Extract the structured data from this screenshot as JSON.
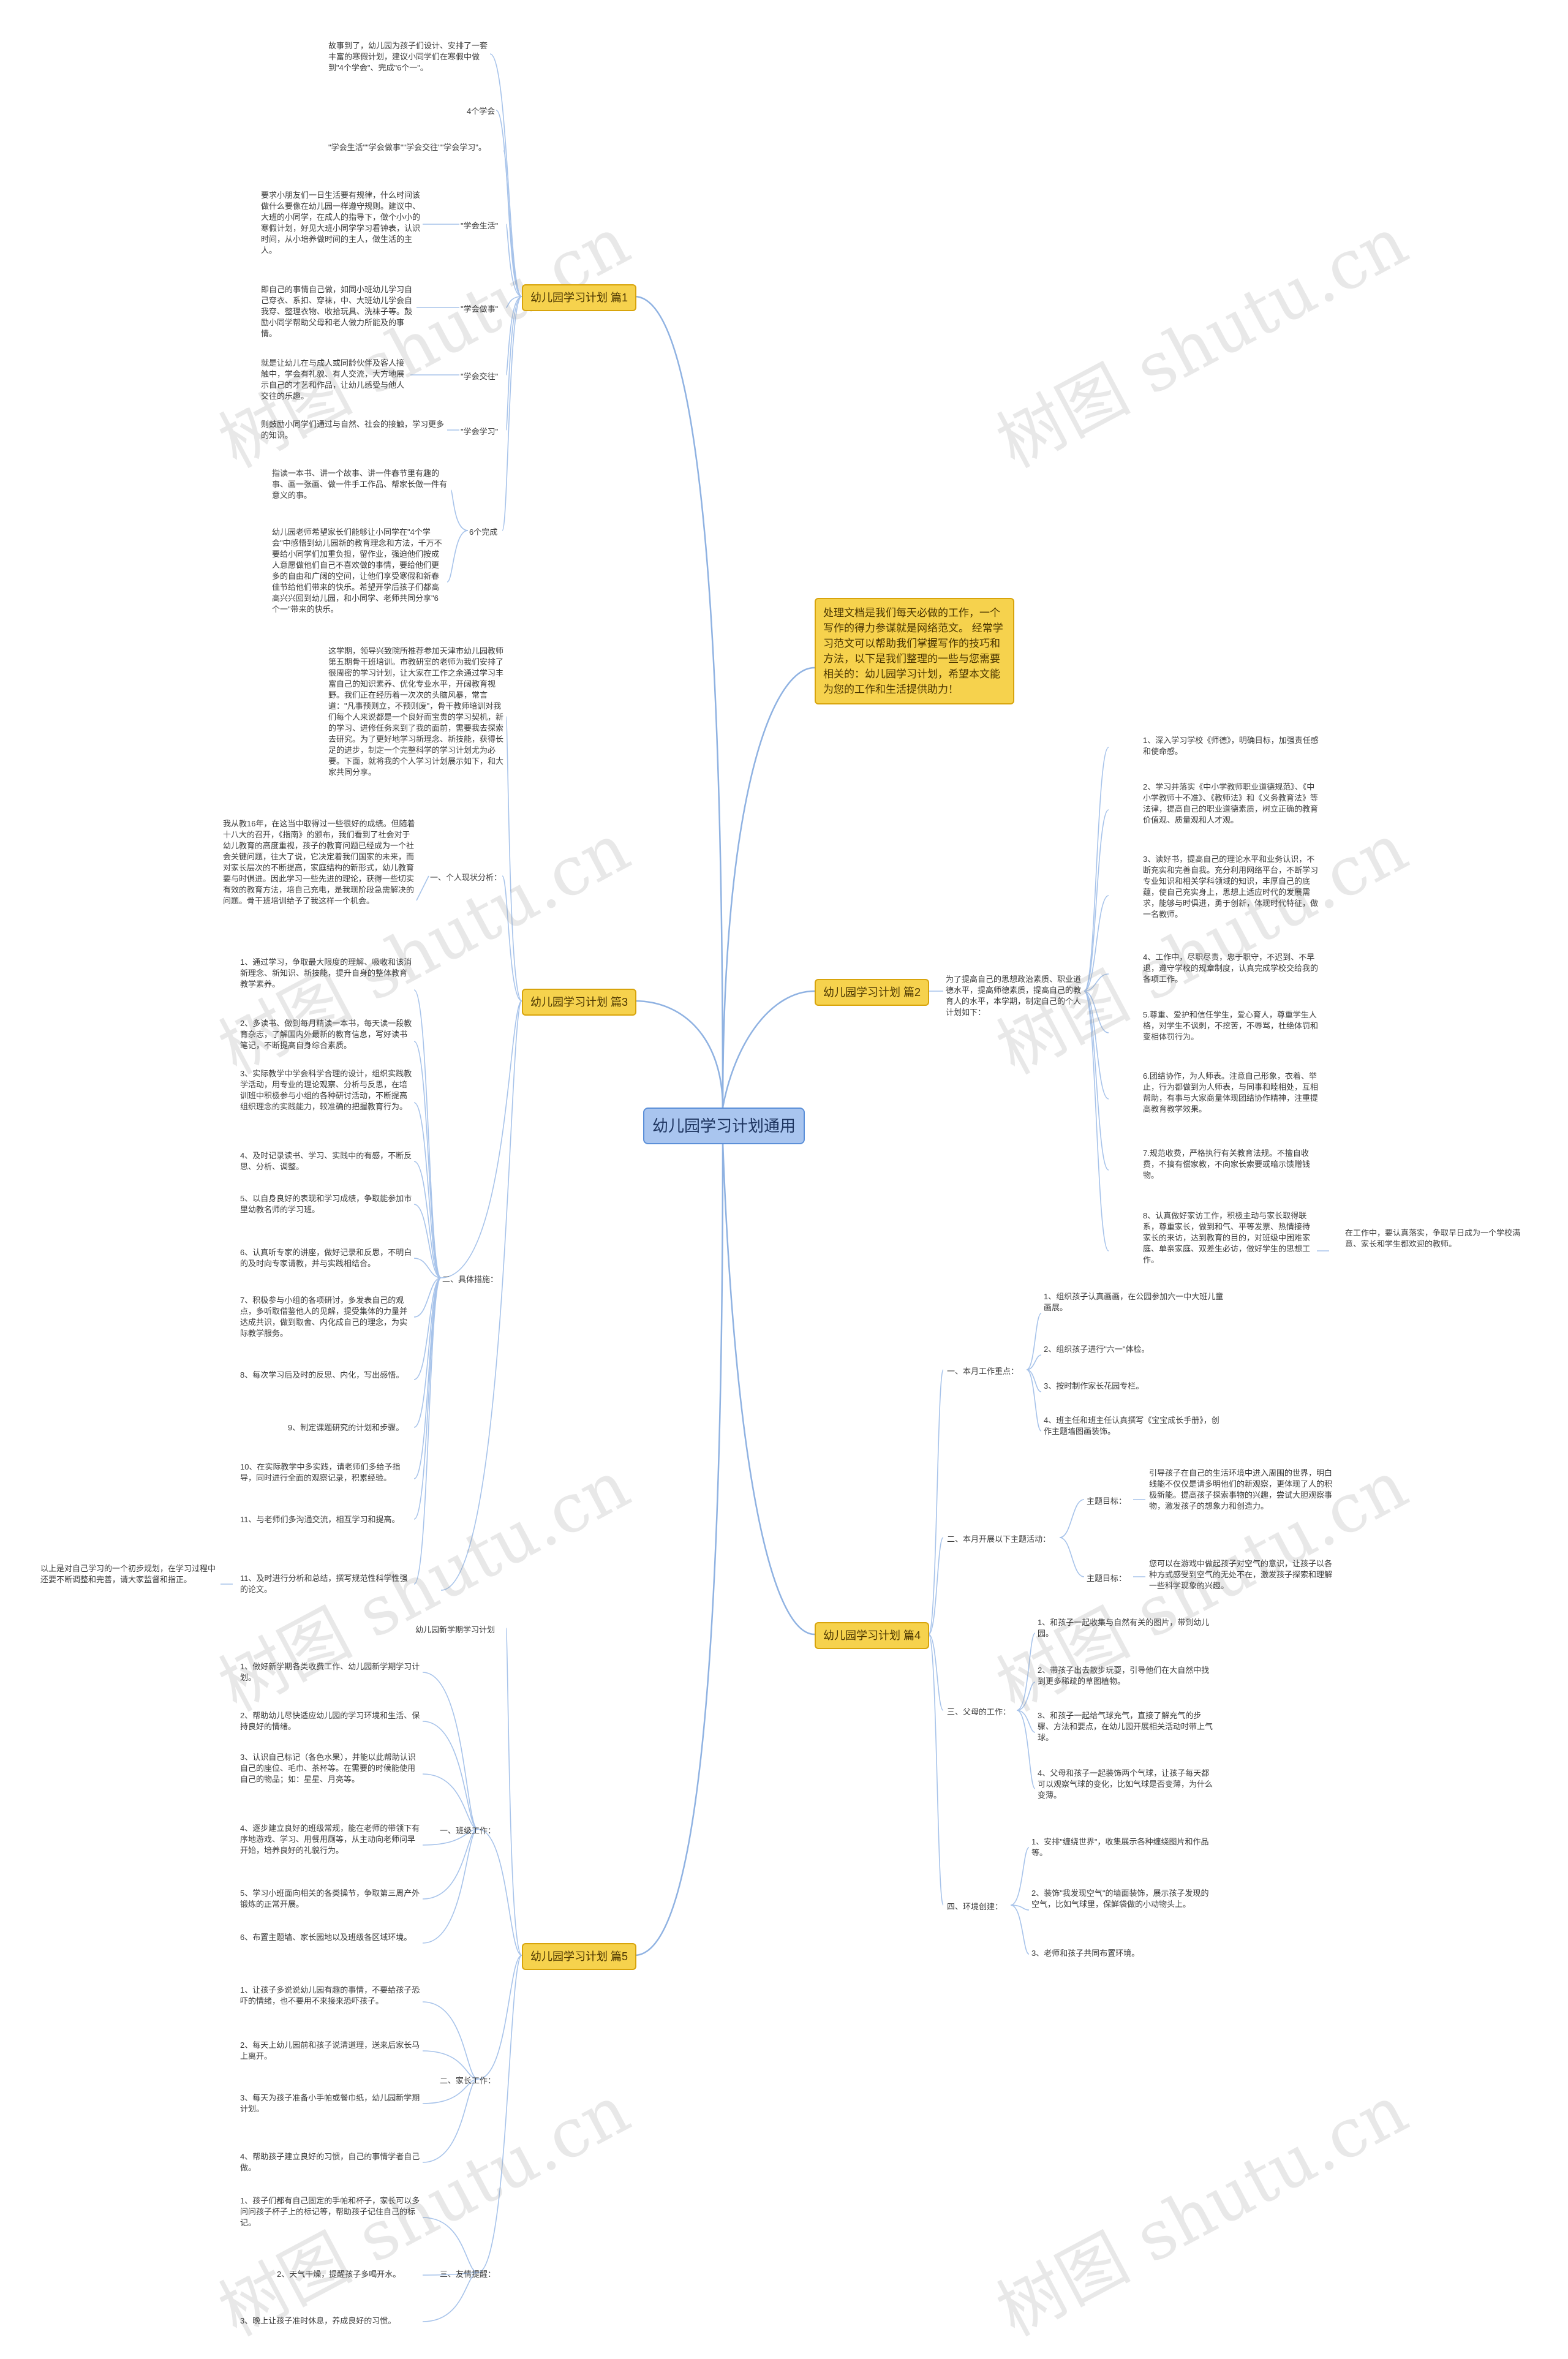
{
  "root": "幼儿园学习计划通用",
  "intro": "处理文档是我们每天必做的工作，一个写作的得力参谋就是网络范文。 经常学习范文可以帮助我们掌握写作的技巧和方法，以下是我们整理的一些与您需要相关的：幼儿园学习计划，希望本文能为您的工作和生活提供助力！",
  "watermark": "树图 shutu.cn",
  "b1": {
    "title": "幼儿园学习计划 篇1",
    "intro": "故事到了，幼儿园为孩子们设计、安排了一套丰富的寒假计划，建议小同学们在寒假中做到\"4个学会\"、完成\"6个一\"。",
    "l_4": "4个学会",
    "l_4_text": "\"学会生活\"\"学会做事\"\"学会交往\"\"学会学习\"。",
    "l_live": "\"学会生活\"",
    "live_text": "要求小朋友们一日生活要有规律，什么时间该做什么要像在幼儿园一样遵守规则。建议中、大班的小同学，在成人的指导下，做个小小的寒假计划，好见大班小同学学习看钟表，认识时间，从小培养做时间的主人，做生活的主人。",
    "l_do": "\"学会做事\"",
    "do_text": "即自己的事情自己做，如同小班幼儿学习自己穿衣、系扣、穿袜，中、大班幼儿学会自我穿、整理衣物、收拾玩具、洗袜子等。鼓励小同学帮助父母和老人做力所能及的事情。",
    "l_social": "\"学会交往\"",
    "social_text": "就是让幼儿在与成人或同龄伙伴及客人接触中，学会有礼貌、有人交流，大方地展示自己的才艺和作品，让幼儿感受与他人交往的乐趣。",
    "l_study": "\"学会学习\"",
    "study_text": "则鼓励小同学们通过与自然、社会的接触，学习更多的知识。",
    "l_6": "6个完成",
    "six_a": "指读一本书、讲一个故事、讲一件春节里有趣的事、画一张画、做一件手工作品、帮家长做一件有意义的事。",
    "six_b": "幼儿园老师希望家长们能够让小同学在\"4个学会\"中感悟到幼儿园新的教育理念和方法，千万不要给小同学们加重负担，留作业，强迫他们按成人意愿做他们自己不喜欢做的事情，要给他们更多的自由和广阔的空间，让他们享受寒假和新春佳节给他们带来的快乐。希望开学后孩子们都高高兴兴回到幼儿园，和小同学、老师共同分享\"6个一\"带来的快乐。"
  },
  "b3": {
    "title": "幼儿园学习计划 篇3",
    "intro": "这学期，领导兴致院所推荐参加天津市幼儿园教师第五期骨干班培训。市教研室的老师为我们安排了很周密的学习计划，让大家在工作之余通过学习丰富自己的知识素养、优化专业水平，开阔教育视野。我们正在经历着一次次的头脑风暴，常言道：\"凡事预则立，不预则废\"，骨干教师培训对我们每个人来说都是一个良好而宝贵的学习契机，新的学习、进修任务来到了我的面前，需要我去探索去研究。为了更好地学习新理念、新技能，获得长足的进步，制定一个完整科学的学习计划尤为必要。下面，就将我的个人学习计划展示如下，和大家共同分享。",
    "l_1": "一、个人现状分析：",
    "s1": "我从教16年，在这当中取得过一些很好的成绩。但随着十八大的召开，《指南》的颁布，我们看到了社会对于幼儿教育的高度重视，孩子的教育问题已经成为一个社会关键问题，往大了说，它决定着我们国家的未来，而对家长层次的不断提高，家庭结构的新形式，幼儿教育要与时俱进。因此学习一些先进的理论，获得一些切实有效的教育方法，培自己充电，是我现阶段急需解决的问题。骨干班培训给予了我这样一个机会。",
    "l_2": "二、具体措施：",
    "m1": "1、通过学习，争取最大限度的理解、吸收和该消新理念、新知识、新技能，提升自身的整体教育教学素养。",
    "m2": "2、多读书、做到每月精读一本书，每天读一段教育杂志，了解国内外最新的教育信息，写好读书笔记，不断提高自身综合素质。",
    "m3": "3、实际教学中学会科学合理的设计，组织实践教学活动，用专业的理论观察、分析与反思，在培训班中积极参与小组的各种研讨活动，不断提高组织理念的实践能力，较准确的把握教育行为。",
    "m4": "4、及时记录读书、学习、实践中的有感，不断反思、分析、调整。",
    "m5": "5、以自身良好的表现和学习成绩，争取能参加市里幼教名师的学习班。",
    "m6": "6、认真听专家的讲座，做好记录和反思，不明白的及时向专家请教，并与实践相结合。",
    "m7": "7、积极参与小组的各项研讨，多发表自己的观点，多听取借鉴他人的见解，提受集体的力量并达成共识，做到取舍、内化成自己的理念，为实际教学服务。",
    "m8": "8、每次学习后及时的反思、内化，写出感悟。",
    "m9": "9、制定课题研究的计划和步骤。",
    "m10": "10、在实际教学中多实践，请老师们多给予指导，同时进行全面的观察记录，积累经验。",
    "m11": "11、与老师们多沟通交流，相互学习和提高。",
    "m12": "11、及时进行分析和总结，撰写规范性科学性强的论文。",
    "tail": "以上是对自己学习的一个初步规划，在学习过程中还要不断调整和完善，请大家监督和指正。"
  },
  "b5": {
    "title": "幼儿园学习计划 篇5",
    "head": "幼儿园新学期学习计划",
    "l_1": "一、班级工作：",
    "c1": "1、做好新学期各类收费工作、幼儿园新学期学习计划。",
    "c2": "2、帮助幼儿尽快适应幼儿园的学习环境和生活、保持良好的情绪。",
    "c3": "3、认识自己标记（各色水果），并能以此帮助认识自己的座位、毛巾、茶杯等。在需要的时候能使用自己的物品；如：星星、月亮等。",
    "c4": "4、逐步建立良好的班级常规，能在老师的带领下有序地游戏、学习、用餐用厕等，从主动向老师问早开始，培养良好的礼貌行为。",
    "c5": "5、学习小班面向相关的各类操节，争取第三周产外锻炼的正常开展。",
    "c6": "6、布置主题墙、家长园地以及班级各区域环境。",
    "l_2": "二、家长工作：",
    "p1": "1、让孩子多说说幼儿园有趣的事情，不要给孩子恐吓的情绪，也不要用不来接来恐吓孩子。",
    "p2": "2、每天上幼儿园前和孩子说清道理，送来后家长马上离开。",
    "p3": "3、每天为孩子准备小手帕或餐巾纸，幼儿园新学期计划。",
    "p4": "4、帮助孩子建立良好的习惯，自己的事情学者自己做。",
    "l_3": "三、友情提醒：",
    "r1": "1、孩子们都有自己固定的手帕和杯子，家长可以多问问孩子杯子上的标记等，帮助孩子记住自己的标记。",
    "r2": "2、天气干燥，提醒孩子多喝开水。",
    "r3": "3、晚上让孩子准时休息，养成良好的习惯。"
  },
  "b2": {
    "title": "幼儿园学习计划 篇2",
    "lead": "为了提高自己的思想政治素质、职业道德水平，提高师德素质，提高自己的教育人的水平，本学期，制定自己的个人计划如下：",
    "i1": "1、深入学习学校《师德》，明确目标，加强责任感和使命感。",
    "i2": "2、学习并落实《中小学教师职业道德规范》、《中小学教师十不准》、《教师法》和《义务教育法》等法律，提高自己的职业道德素质，树立正确的教育价值观、质量观和人才观。",
    "i3": "3、读好书，提高自己的理论水平和业务认识，不断充实和完善自我。充分利用网络平台，不断学习专业知识和相关学科领域的知识，丰厚自己的底蕴，使自己充实身上，思想上适应时代的发展需求，能够与时俱进，勇于创新，体现时代特征，做一名教师。",
    "i4": "4、工作中，尽职尽责，忠于职守，不迟到、不早退，遵守学校的规章制度，认真完成学校交给我的各项工作。",
    "i5": "5.尊重、爱护和信任学生，爱心育人，尊重学生人格，对学生不讽刺，不挖苦，不辱骂，杜绝体罚和变相体罚行为。",
    "i6": "6.团结协作，为人师表。注意自己形象，衣着、举止，行为都做到为人师表，与同事和睦相处，互相帮助，有事与大家商量体现团结协作精神，注重提高教育教学效果。",
    "i7": "7.规范收费，严格执行有关教育法规。不擅自收费，不搞有偿家教，不向家长索要或暗示馈赠钱物。",
    "i8": "8、认真做好家访工作，积极主动与家长取得联系，尊重家长，做到和气、平等发票、热情接待家长的来访，达到教育的目的，对班级中困难家庭、单亲家庭、双差生必访，做好学生的思想工作。",
    "i8b": "在工作中，要认真落实，争取早日成为一个学校满意、家长和学生都欢迎的教师。"
  },
  "b4": {
    "title": "幼儿园学习计划 篇4",
    "l_1": "一、本月工作重点：",
    "w1": "1、组织孩子认真画画，在公园参加六一中大班儿童画展。",
    "w2": "2、组织孩子进行\"六一\"体检。",
    "w3": "3、按时制作家长花园专栏。",
    "w4": "4、班主任和班主任认真撰写《宝宝成长手册》，创作主题墙图画装饰。",
    "l_2": "二、本月开展以下主题活动：",
    "l_goal1": "主题目标：",
    "goal1": "引导孩子在自己的生活环境中进入周围的世界，明白线能不仅仅是请多明他们的新观察，更体现了人的积极新能。提高孩子探索事物的兴趣，尝试大胆观察事物，激发孩子的想象力和创造力。",
    "l_goal2": "主题目标：",
    "goal2": "您可以在游戏中做起孩子对空气的意识，让孩子以各种方式感受到空气的无处不在，激发孩子探索和理解一些科学现象的兴趣。",
    "l_3": "三、父母的工作：",
    "f1": "1、和孩子一起收集与自然有关的图片，带到幼儿园。",
    "f2": "2、带孩子出去散步玩耍，引导他们在大自然中找到更多稀疏的草图植物。",
    "f3": "3、和孩子一起给气球充气，直接了解充气的步骤、方法和要点，在幼儿园开展相关活动时带上气球。",
    "f4": "4、父母和孩子一起装饰两个气球，让孩子每天都可以观察气球的变化，比如气球是否变薄，为什么变薄。",
    "l_4": "四、环境创建：",
    "e1": "1、安排\"缠绕世界\"，收集展示各种缠绕图片和作品等。",
    "e2": "2、装饰\"我发现空气\"的墙面装饰，展示孩子发现的空气，比如气球里，保鲜袋做的小动物头上。",
    "e3": "3、老师和孩子共同布置环境。"
  }
}
